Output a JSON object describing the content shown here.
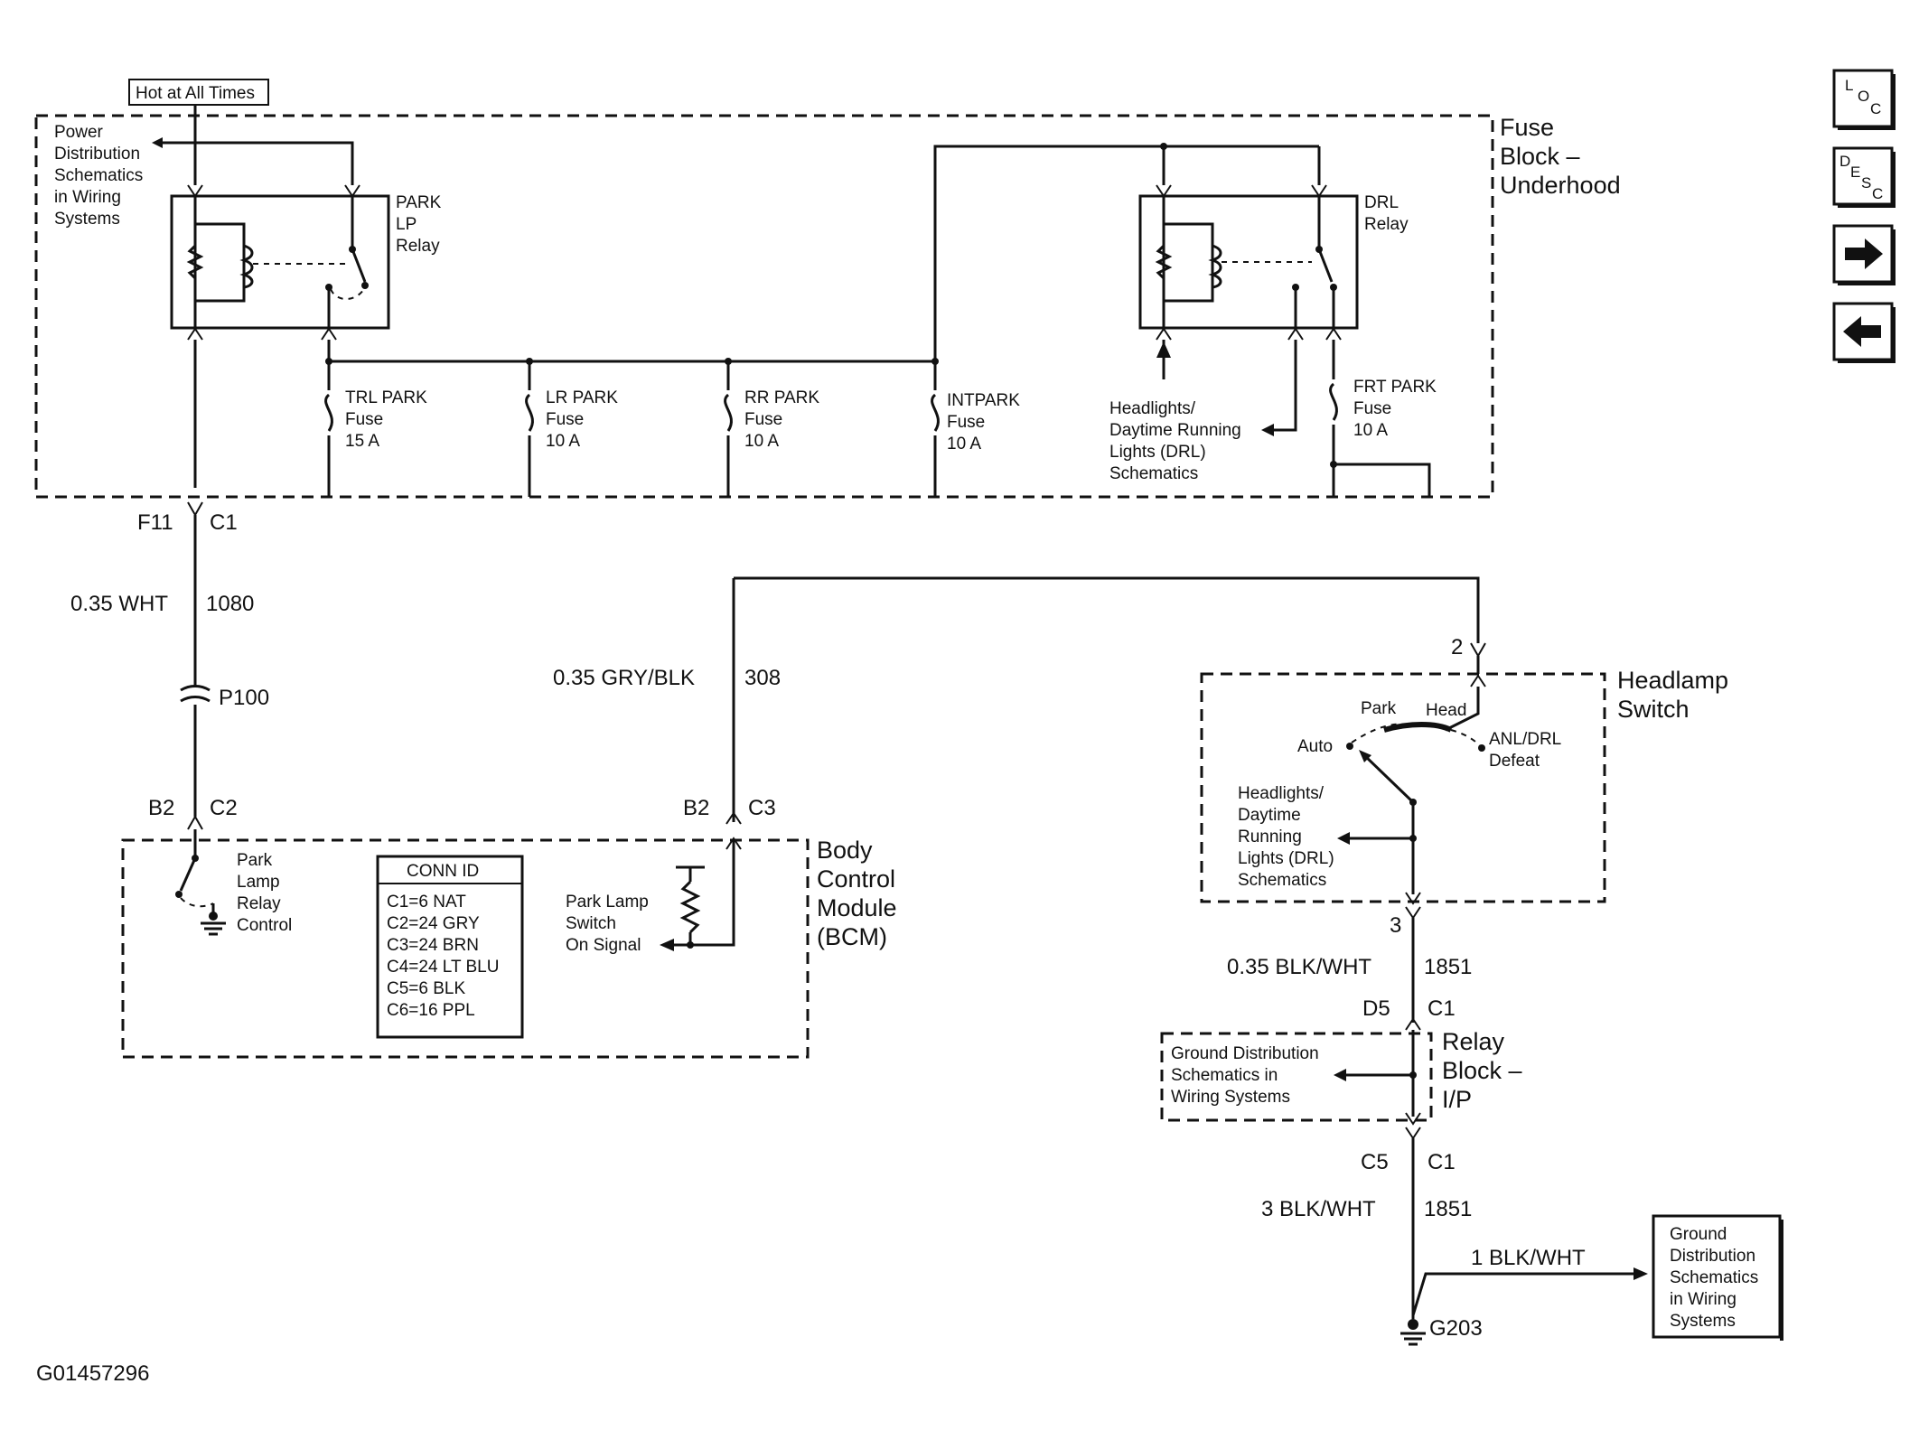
{
  "labels": {
    "hot_at_all_times": "Hot at All Times",
    "power_dist": [
      "Power",
      "Distribution",
      "Schematics",
      "in Wiring",
      "Systems"
    ],
    "fuse_block": [
      "Fuse",
      "Block –",
      "Underhood"
    ],
    "park_lp_relay": [
      "PARK",
      "LP",
      "Relay"
    ],
    "drl_relay": [
      "DRL",
      "Relay"
    ],
    "trl_park_fuse": [
      "TRL PARK",
      "Fuse",
      "15 A"
    ],
    "lr_park_fuse": [
      "LR PARK",
      "Fuse",
      "10 A"
    ],
    "rr_park_fuse": [
      "RR PARK",
      "Fuse",
      "10 A"
    ],
    "intpark_fuse": [
      "INTPARK",
      "Fuse",
      "10 A"
    ],
    "frt_park_fuse": [
      "FRT PARK",
      "Fuse",
      "10 A"
    ],
    "headlights_drl_fuse": [
      "Headlights/",
      "Daytime Running",
      "Lights (DRL)",
      "Schematics"
    ],
    "f11": "F11",
    "c1_top": "C1",
    "wire_1080_gauge": "0.35 WHT",
    "wire_1080_circuit": "1080",
    "p100": "P100",
    "b2_left": "B2",
    "c2": "C2",
    "wire_308_gauge": "0.35 GRY/BLK",
    "wire_308_circuit": "308",
    "b2_right": "B2",
    "c3": "C3",
    "bcm": [
      "Body",
      "Control",
      "Module",
      "(BCM)"
    ],
    "park_lamp_relay_control": [
      "Park",
      "Lamp",
      "Relay",
      "Control"
    ],
    "conn_id_title": "CONN ID",
    "conn_id_rows": [
      "C1=6 NAT",
      "C2=24 GRY",
      "C3=24 BRN",
      "C4=24 LT BLU",
      "C5=6 BLK",
      "C6=16 PPL"
    ],
    "park_lamp_switch_signal": [
      "Park Lamp",
      "Switch",
      "On Signal"
    ],
    "pin_2": "2",
    "headlamp_switch": [
      "Headlamp",
      "Switch"
    ],
    "switch_park": "Park",
    "switch_head": "Head",
    "switch_auto": "Auto",
    "switch_anl_drl": [
      "ANL/DRL",
      "Defeat"
    ],
    "headlights_drl_switch": [
      "Headlights/",
      "Daytime",
      "Running",
      "Lights (DRL)",
      "Schematics"
    ],
    "pin_3": "3",
    "wire_1851_gauge": "0.35 BLK/WHT",
    "wire_1851_circuit": "1851",
    "d5": "D5",
    "c1_relay_top": "C1",
    "relay_block": [
      "Relay",
      "Block –",
      "I/P"
    ],
    "ground_dist_relay": [
      "Ground Distribution",
      "Schematics in",
      "Wiring Systems"
    ],
    "c5": "C5",
    "c1_relay_bottom": "C1",
    "wire_1851b_gauge": "3 BLK/WHT",
    "wire_1851b_circuit": "1851",
    "wire_1_blkwht": "1 BLK/WHT",
    "ground_dist_box": [
      "Ground",
      "Distribution",
      "Schematics",
      "in Wiring",
      "Systems"
    ],
    "g203": "G203",
    "figure_id": "G01457296"
  },
  "nav_buttons": {
    "loc": [
      "L",
      "O",
      "C"
    ],
    "desc": [
      "D",
      "E",
      "S",
      "C"
    ],
    "next_icon": "right-arrow-icon",
    "prev_icon": "left-arrow-icon"
  }
}
